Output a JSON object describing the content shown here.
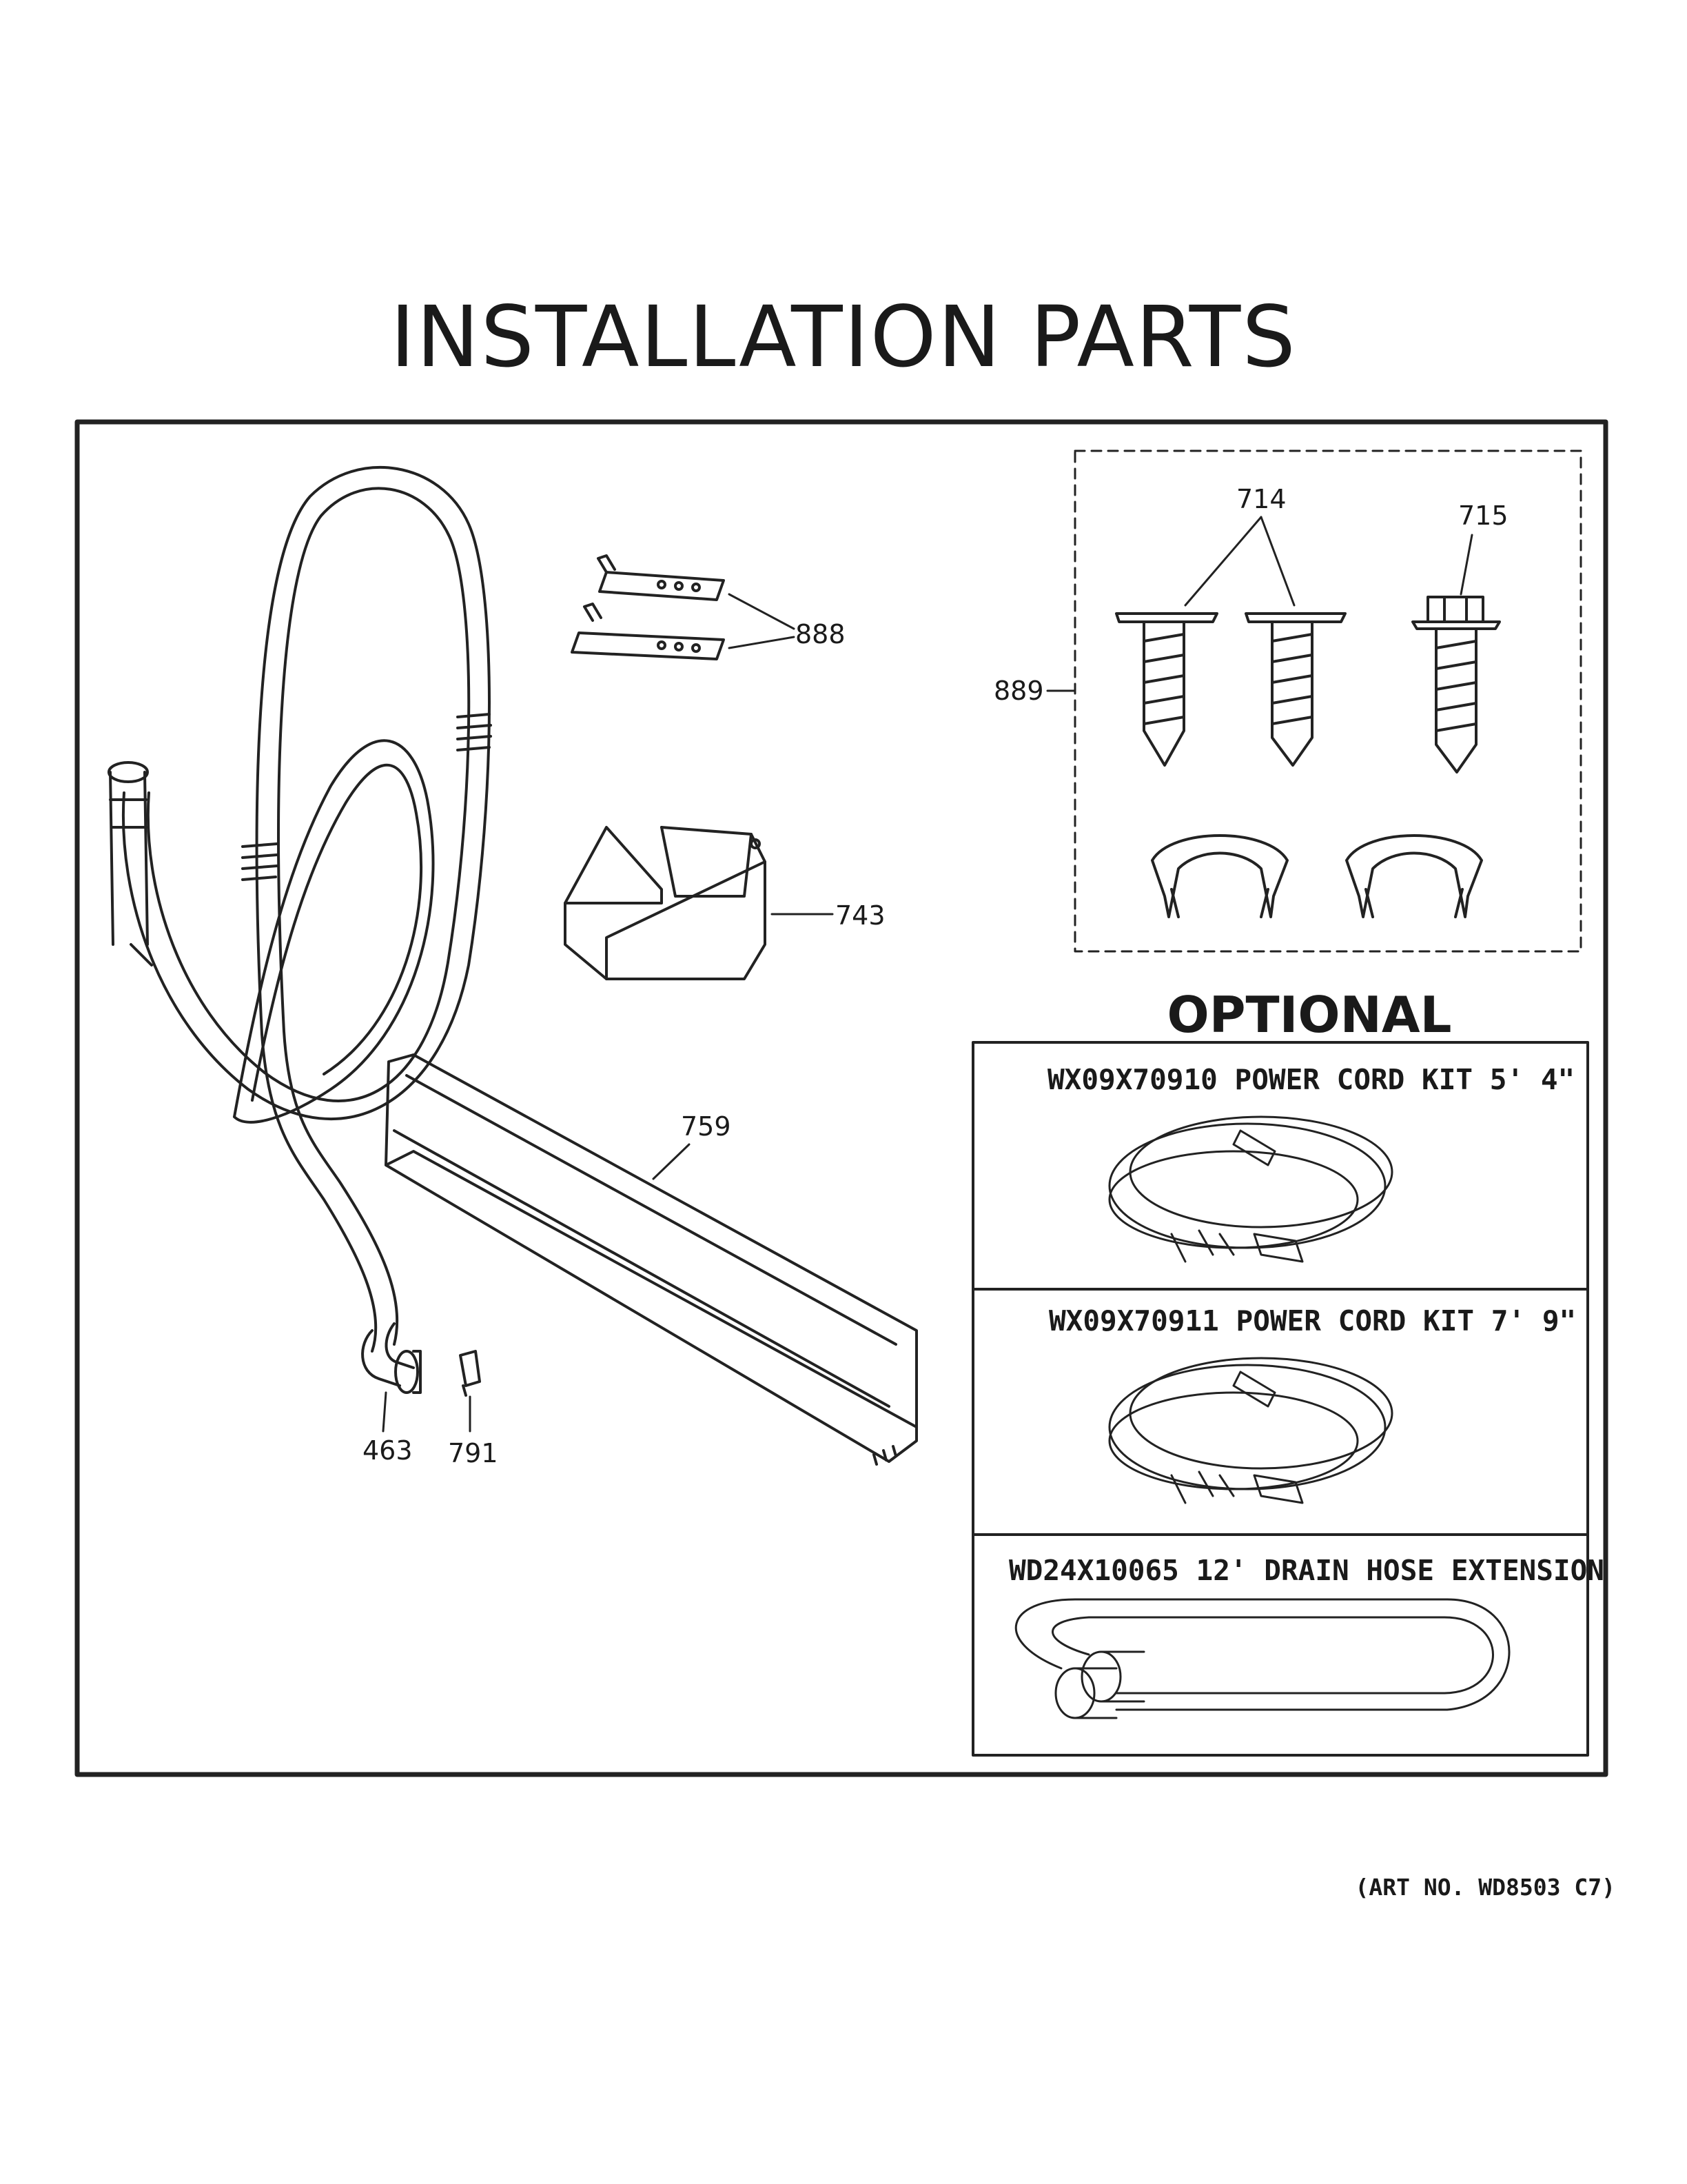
{
  "title": "INSTALLATION PARTS",
  "callouts": {
    "c714": "714",
    "c715": "715",
    "c888": "888",
    "c889": "889",
    "c743": "743",
    "c759": "759",
    "c463": "463",
    "c791": "791"
  },
  "optional": {
    "heading": "OPTIONAL",
    "kits": [
      {
        "label": "WX09X70910 POWER CORD KIT 5' 4\""
      },
      {
        "label": "WX09X70911 POWER CORD KIT 7' 9\""
      },
      {
        "label": "WD24X10065 12' DRAIN HOSE EXTENSION"
      }
    ]
  },
  "art_number": "(ART NO. WD8503 C7)"
}
